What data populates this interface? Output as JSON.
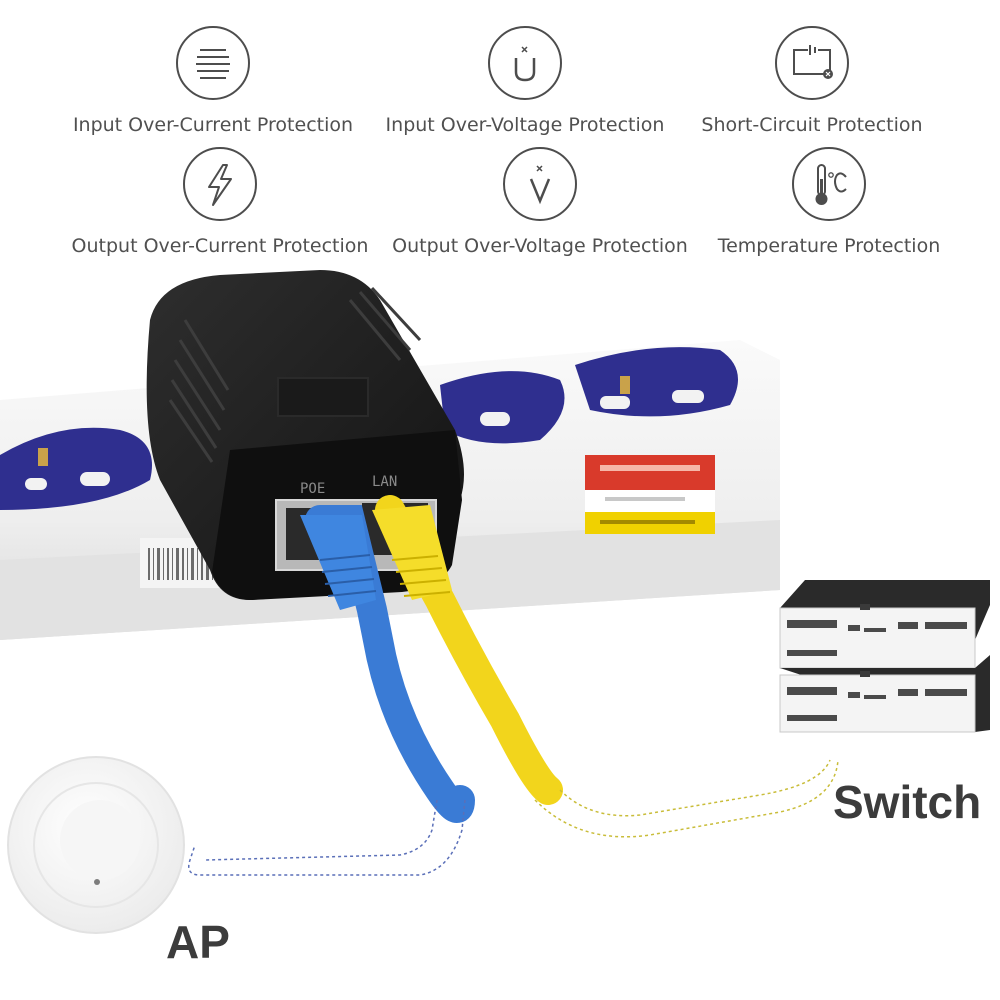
{
  "features": [
    {
      "label": "Input Over-Current Protection",
      "icon": "lines-icon"
    },
    {
      "label": "Input Over-Voltage Protection",
      "icon": "voltage-icon"
    },
    {
      "label": "Short-Circuit Protection",
      "icon": "short-circuit-icon"
    },
    {
      "label": "Output Over-Current Protection",
      "icon": "lightning-icon"
    },
    {
      "label": "Output Over-Voltage Protection",
      "icon": "voltage-icon"
    },
    {
      "label": "Temperature Protection",
      "icon": "thermometer-icon"
    }
  ],
  "injector": {
    "port_poe": "POE",
    "port_lan": "LAN"
  },
  "devices": {
    "switch": "Switch",
    "ap": "AP"
  },
  "colors": {
    "poe_cable": "#3a7bd5",
    "lan_cable": "#f2d51c",
    "injector_body": "#1e1e1e",
    "power_strip_socket": "#2f2f8f"
  }
}
